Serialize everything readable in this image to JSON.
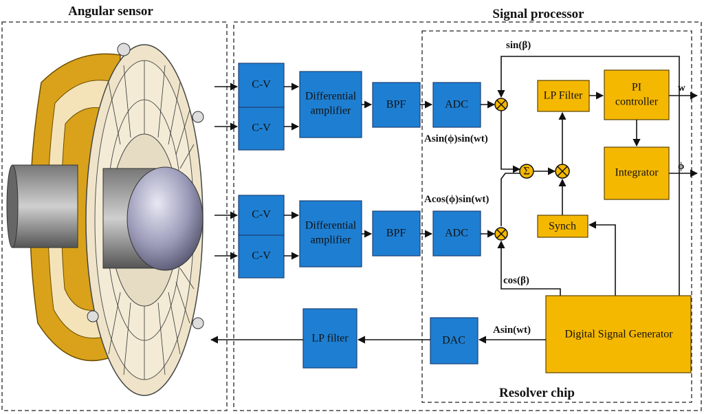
{
  "titles": {
    "angular_sensor": "Angular sensor",
    "signal_processor": "Signal processor",
    "resolver_chip": "Resolver chip"
  },
  "blocks": {
    "cv": "C-V",
    "diff_amp_line1": "Differential",
    "diff_amp_line2": "amplifier",
    "bpf": "BPF",
    "adc": "ADC",
    "lp_filter_upper": "LP Filter",
    "pi_line1": "PI",
    "pi_line2": "controller",
    "integrator": "Integrator",
    "synch": "Synch",
    "dac": "DAC",
    "lp_filter_lower": "LP filter",
    "dsg": "Digital Signal Generator"
  },
  "signals": {
    "sin_beta": "sin(β)",
    "cos_beta": "cos(β)",
    "asin_phi": "Asin(ϕ)sin(wt)",
    "acos_phi": "Acos(ϕ)sin(wt)",
    "asin_wt": "Asin(wt)",
    "w_out": "w",
    "phi_out": "ϕ",
    "sigma": "Σ",
    "times": "×"
  },
  "colors": {
    "blue_block": "#1e7fd2",
    "yellow_block": "#f5b800"
  }
}
